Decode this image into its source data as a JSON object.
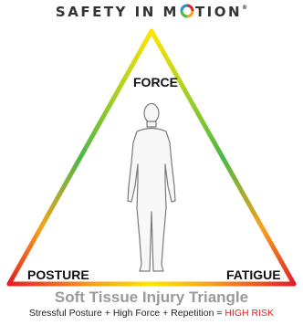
{
  "header": {
    "brand_prefix": "SAFETY IN",
    "brand_m": "M",
    "brand_suffix": "TION",
    "trademark": "®"
  },
  "triangle": {
    "top_label": "FORCE",
    "left_label": "POSTURE",
    "right_label": "FATIGUE"
  },
  "caption": {
    "title": "Soft Tissue Injury Triangle",
    "formula": "Stressful Posture + High Force + Repetition = ",
    "risk": "HIGH RISK"
  },
  "colors": {
    "apex": "#ffe600",
    "corners": "#e41e26",
    "mid_sides": "#4cb848",
    "risk": "#e41e26",
    "title": "#9a9a9a"
  },
  "icons": {
    "logo_o": "multicolor-ring-icon",
    "figure": "human-outline-figure"
  }
}
